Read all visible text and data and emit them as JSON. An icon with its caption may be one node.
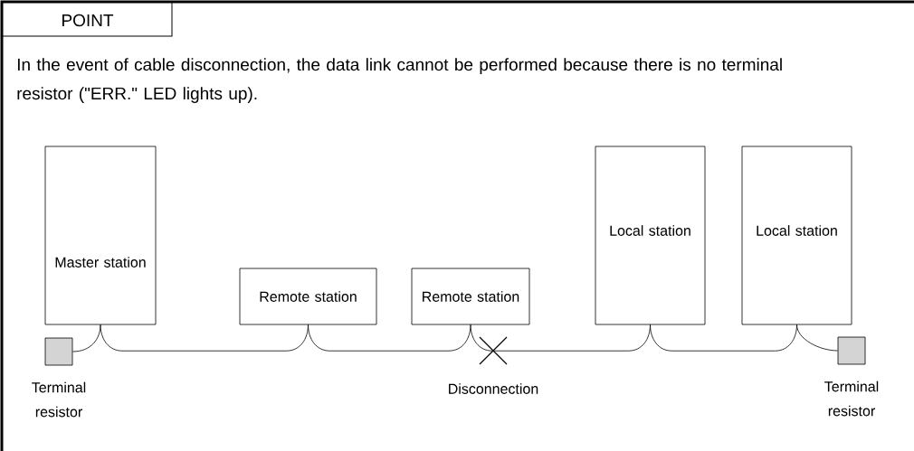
{
  "diagram": {
    "nodes": [
      {
        "text": [
          "POINT"
        ]
      },
      {
        "text": [
          "Master station"
        ]
      },
      {
        "text": [
          "Remote station"
        ]
      },
      {
        "text": [
          "Remote station"
        ]
      },
      {
        "text": [
          "Local station"
        ]
      },
      {
        "text": [
          "Local station"
        ]
      },
      {
        "text": [],
        "shape": "box",
        "beside": [
          "Terminal resistor"
        ]
      },
      {
        "text": [],
        "shape": "box",
        "beside": [
          "Terminal resistor"
        ]
      }
    ],
    "edges": [
      {
        "from": 6,
        "to": 1,
        "arrow": "none"
      },
      {
        "from": 1,
        "to": 2,
        "arrow": "none"
      },
      {
        "from": 2,
        "to": 3,
        "arrow": "none"
      },
      {
        "from": 3,
        "to": 4,
        "arrow": "none"
      },
      {
        "from": 4,
        "to": 5,
        "arrow": "none"
      },
      {
        "from": 5,
        "to": 7,
        "arrow": "none"
      }
    ],
    "labels": [
      "In the event of cable disconnection, the data link cannot be performed because there is no terminal resistor (\"ERR.\" LED lights up).",
      "Disconnection"
    ]
  }
}
